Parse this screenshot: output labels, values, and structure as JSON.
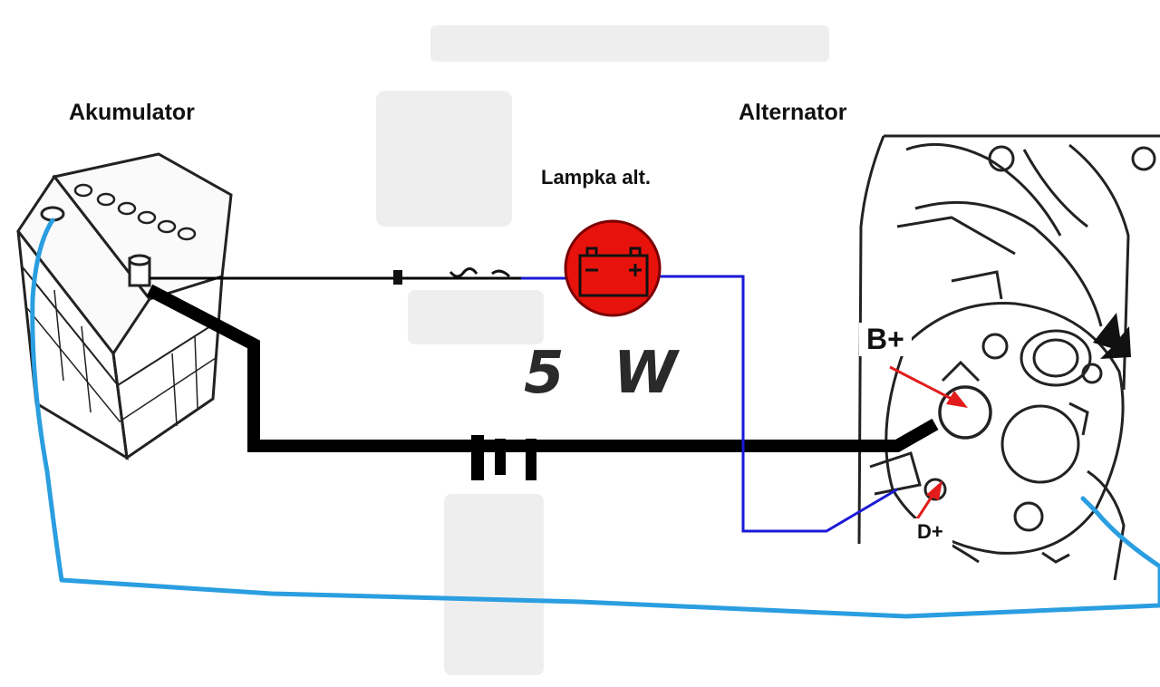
{
  "labels": {
    "battery": "Akumulator",
    "alternator": "Alternator",
    "lamp": "Lampka alt.",
    "lamp_power": "5 W",
    "terminal_b": "B+",
    "terminal_d": "D+"
  },
  "colors": {
    "lamp_fill": "#e8120c",
    "lamp_wire": "#1a1ad6",
    "ground_wire": "#2a9ee0",
    "main_wire": "#000000",
    "pointer_arrow": "#e21b1b"
  }
}
